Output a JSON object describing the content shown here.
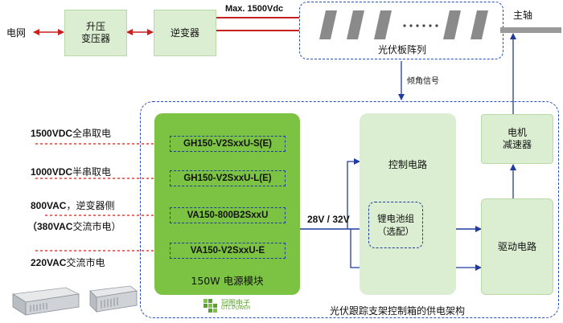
{
  "top": {
    "grid_label": "电网",
    "transformer_label_line1": "升压",
    "transformer_label_line2": "变压器",
    "inverter_label": "逆变器",
    "max_voltage_label": "Max. 1500Vdc",
    "pv_array_label": "光伏板阵列",
    "main_shaft_label": "主轴",
    "tilt_signal_label": "倾角信号"
  },
  "inputs": [
    {
      "bold": "1500VDC",
      "text": "全串取电"
    },
    {
      "bold": "1000VDC",
      "text": "半串取电"
    },
    {
      "bold": "800VAC",
      "text": "，逆变器侧"
    },
    {
      "bold": "（380VAC",
      "text": "交流市电）"
    },
    {
      "bold": "220VAC",
      "text": "交流市电"
    }
  ],
  "power_module": {
    "items": [
      "GH150-V2SxxU-S(E)",
      "GH150-V2SxxU-L(E)",
      "VA150-800B2SxxU",
      "VA150-V2SxxU-E"
    ],
    "title": "150W 电源模块"
  },
  "logo": {
    "name_cn": "冠图电子",
    "name_en": "GTL-POWER"
  },
  "bus_voltage_label": "28V / 32V",
  "control": {
    "control_circuit_label": "控制电路",
    "battery_line1": "锂电池组",
    "battery_line2": "（选配）",
    "drive_circuit_label": "驱动电路",
    "motor_line1": "电机",
    "motor_line2": "减速器"
  },
  "caption": "光伏跟踪支架控制箱的供电架构",
  "colors": {
    "light_green": "#dbeed1",
    "module_green": "#7cc243",
    "dashed_blue": "#2a4db8",
    "arrow_red": "#c8201e",
    "arrow_blue": "#1f3b9e"
  }
}
